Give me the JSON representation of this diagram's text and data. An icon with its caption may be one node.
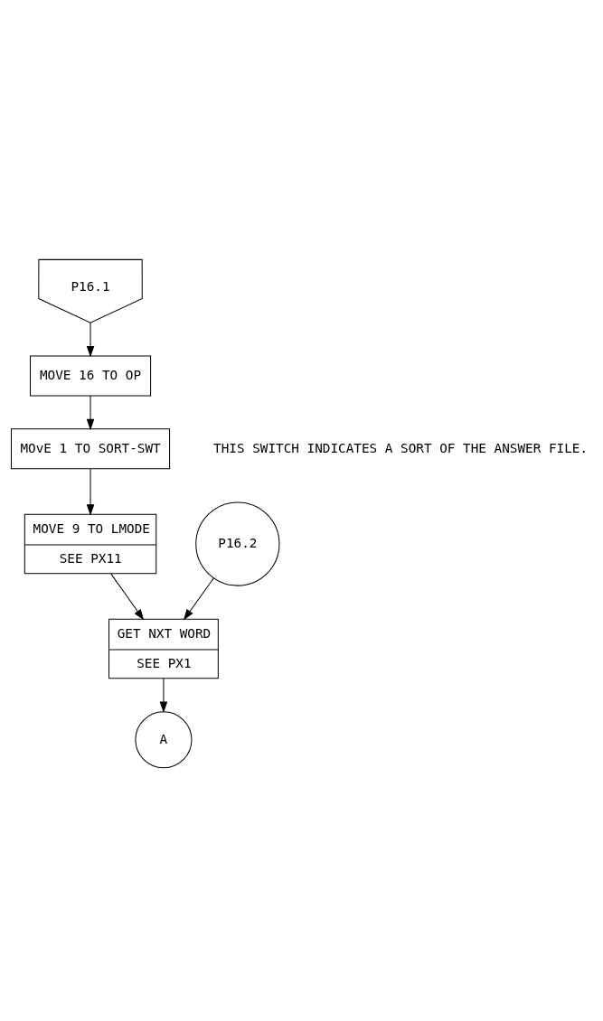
{
  "diagram": {
    "nodes": [
      {
        "text": [
          "P16.1"
        ]
      },
      {
        "text": [
          "MOVE 16 TO OP"
        ]
      },
      {
        "text": [
          "MOvE 1 TO SORT-SWT"
        ],
        "beside": [
          "THIS SWITCH INDICATES A SORT OF THE ANSWER FILE."
        ]
      },
      {
        "text": [
          "MOVE 9 TO LMODE",
          "SEE PX11"
        ]
      },
      {
        "text": [
          "P16.2"
        ]
      },
      {
        "text": [
          "GET NXT WORD",
          "SEE PX1"
        ]
      },
      {
        "text": [
          "A"
        ]
      }
    ],
    "edges": [
      {
        "from": 0,
        "to": 1,
        "arrow": "to"
      },
      {
        "from": 1,
        "to": 2,
        "arrow": "to"
      },
      {
        "from": 2,
        "to": 3,
        "arrow": "to"
      },
      {
        "from": 3,
        "to": 5,
        "arrow": "to"
      },
      {
        "from": 4,
        "to": 5,
        "arrow": "to"
      },
      {
        "from": 5,
        "to": 6,
        "arrow": "to"
      }
    ]
  }
}
